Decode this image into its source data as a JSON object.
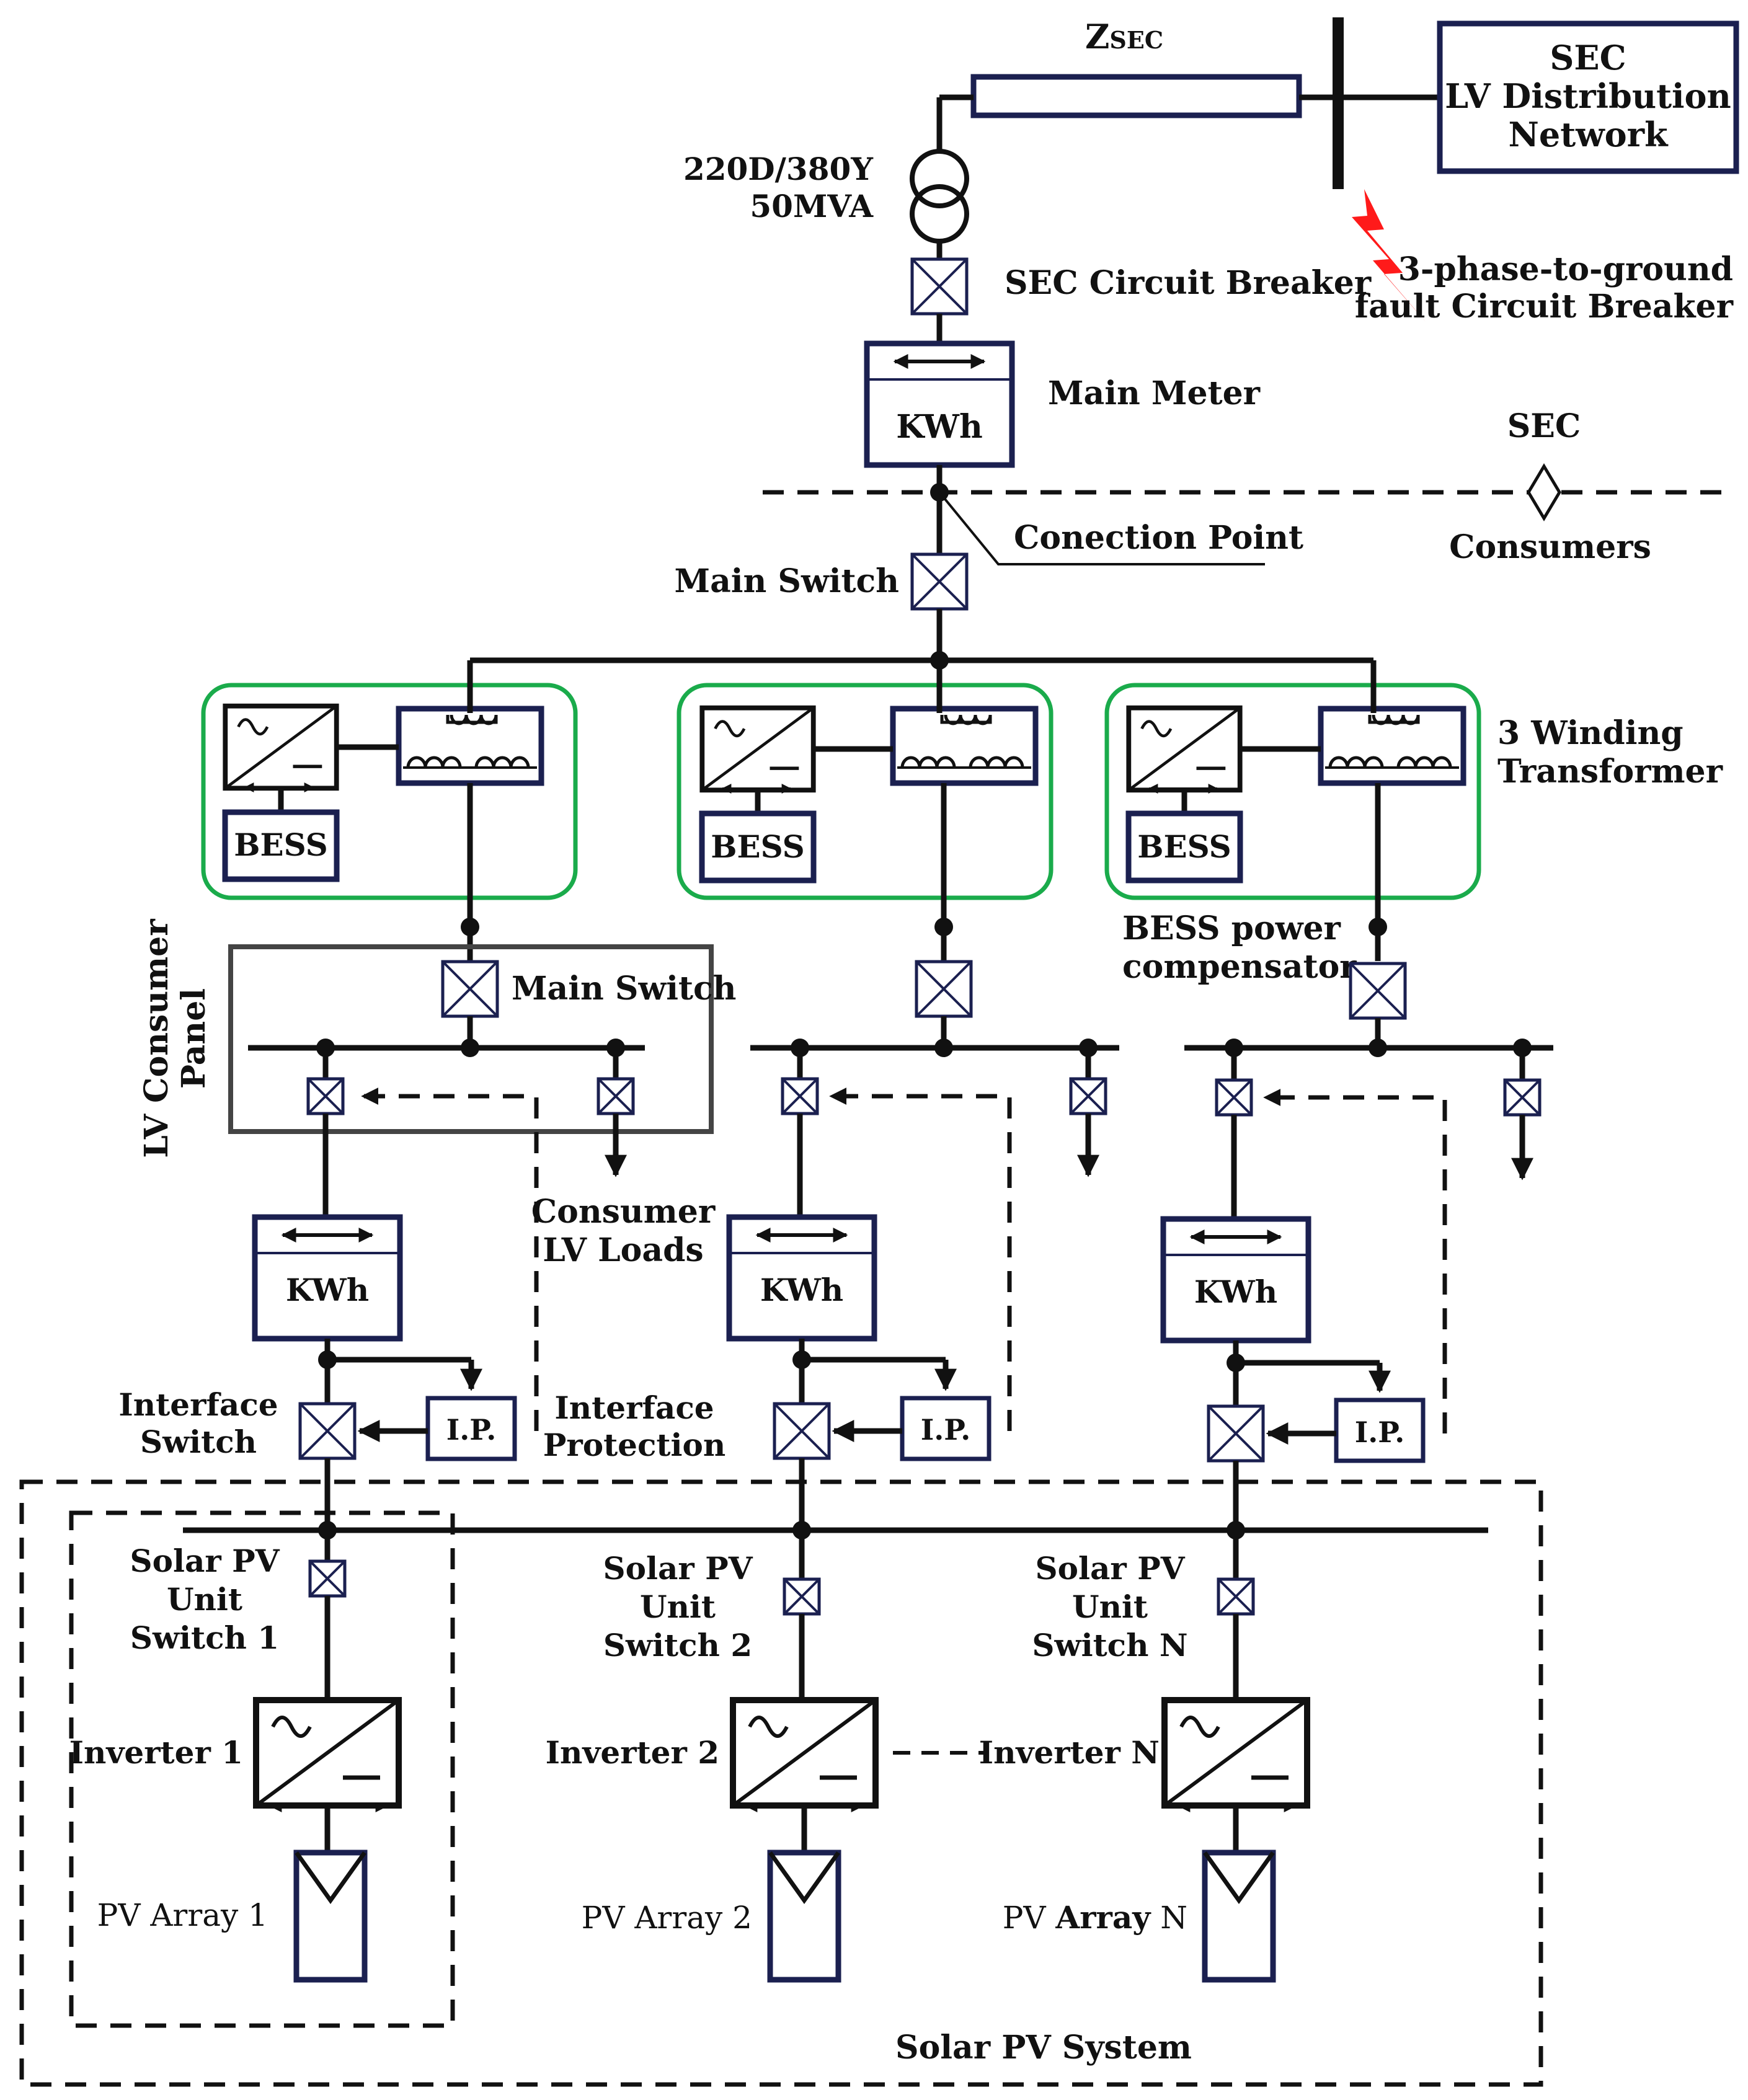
{
  "labels": {
    "zsec_main": "Z",
    "zsec_sub": "SEC",
    "sec_network_l1": "SEC",
    "sec_network_l2": "LV Distribution",
    "sec_network_l3": "Network",
    "transformer_l1": "220D/380Y",
    "transformer_l2": "50MVA",
    "fault_l1": "3-phase-to-ground",
    "fault_l2": "fault Circuit Breaker",
    "sec_cb": "SEC Circuit Breaker",
    "main_meter": "Main Meter",
    "kwh": "KWh",
    "sec": "SEC",
    "consumers": "Consumers",
    "connection_point": "Conection Point",
    "main_switch": "Main Switch",
    "panel_main_switch": "Main Switch",
    "winding_l1": "3 Winding",
    "winding_l2": "Transformer",
    "bess": "BESS",
    "bess_comp_l1": "BESS power",
    "bess_comp_l2": "compensator",
    "lv_panel_l1": "LV Consumer",
    "lv_panel_l2": "Panel",
    "loads_l1": "Consumer",
    "loads_l2": "LV Loads",
    "interface_switch_l1": "Interface",
    "interface_switch_l2": "Switch",
    "interface_prot_l1": "Interface",
    "interface_prot_l2": "Protection",
    "ip": "I.P.",
    "solar_system": "Solar PV System"
  },
  "units": [
    {
      "sw_l1": "Solar PV",
      "sw_l2": "Unit",
      "sw_l3": "Switch 1",
      "inverter": "Inverter 1",
      "pv_pre": "PV Array 1",
      "pv_bold": "",
      "pv_post": ""
    },
    {
      "sw_l1": "Solar PV",
      "sw_l2": "Unit",
      "sw_l3": "Switch 2",
      "inverter": "Inverter 2",
      "pv_pre": "PV Array 2",
      "pv_bold": "",
      "pv_post": ""
    },
    {
      "sw_l1": "Solar PV",
      "sw_l2": "Unit",
      "sw_l3": "Switch N",
      "inverter": "Inverter N",
      "pv_pre": "PV ",
      "pv_bold": "Array",
      "pv_post": " N"
    }
  ],
  "colors": {
    "navy": "#1b2050",
    "green": "#1aab4b",
    "fault": "#ff1a1a",
    "line": "#111111"
  }
}
